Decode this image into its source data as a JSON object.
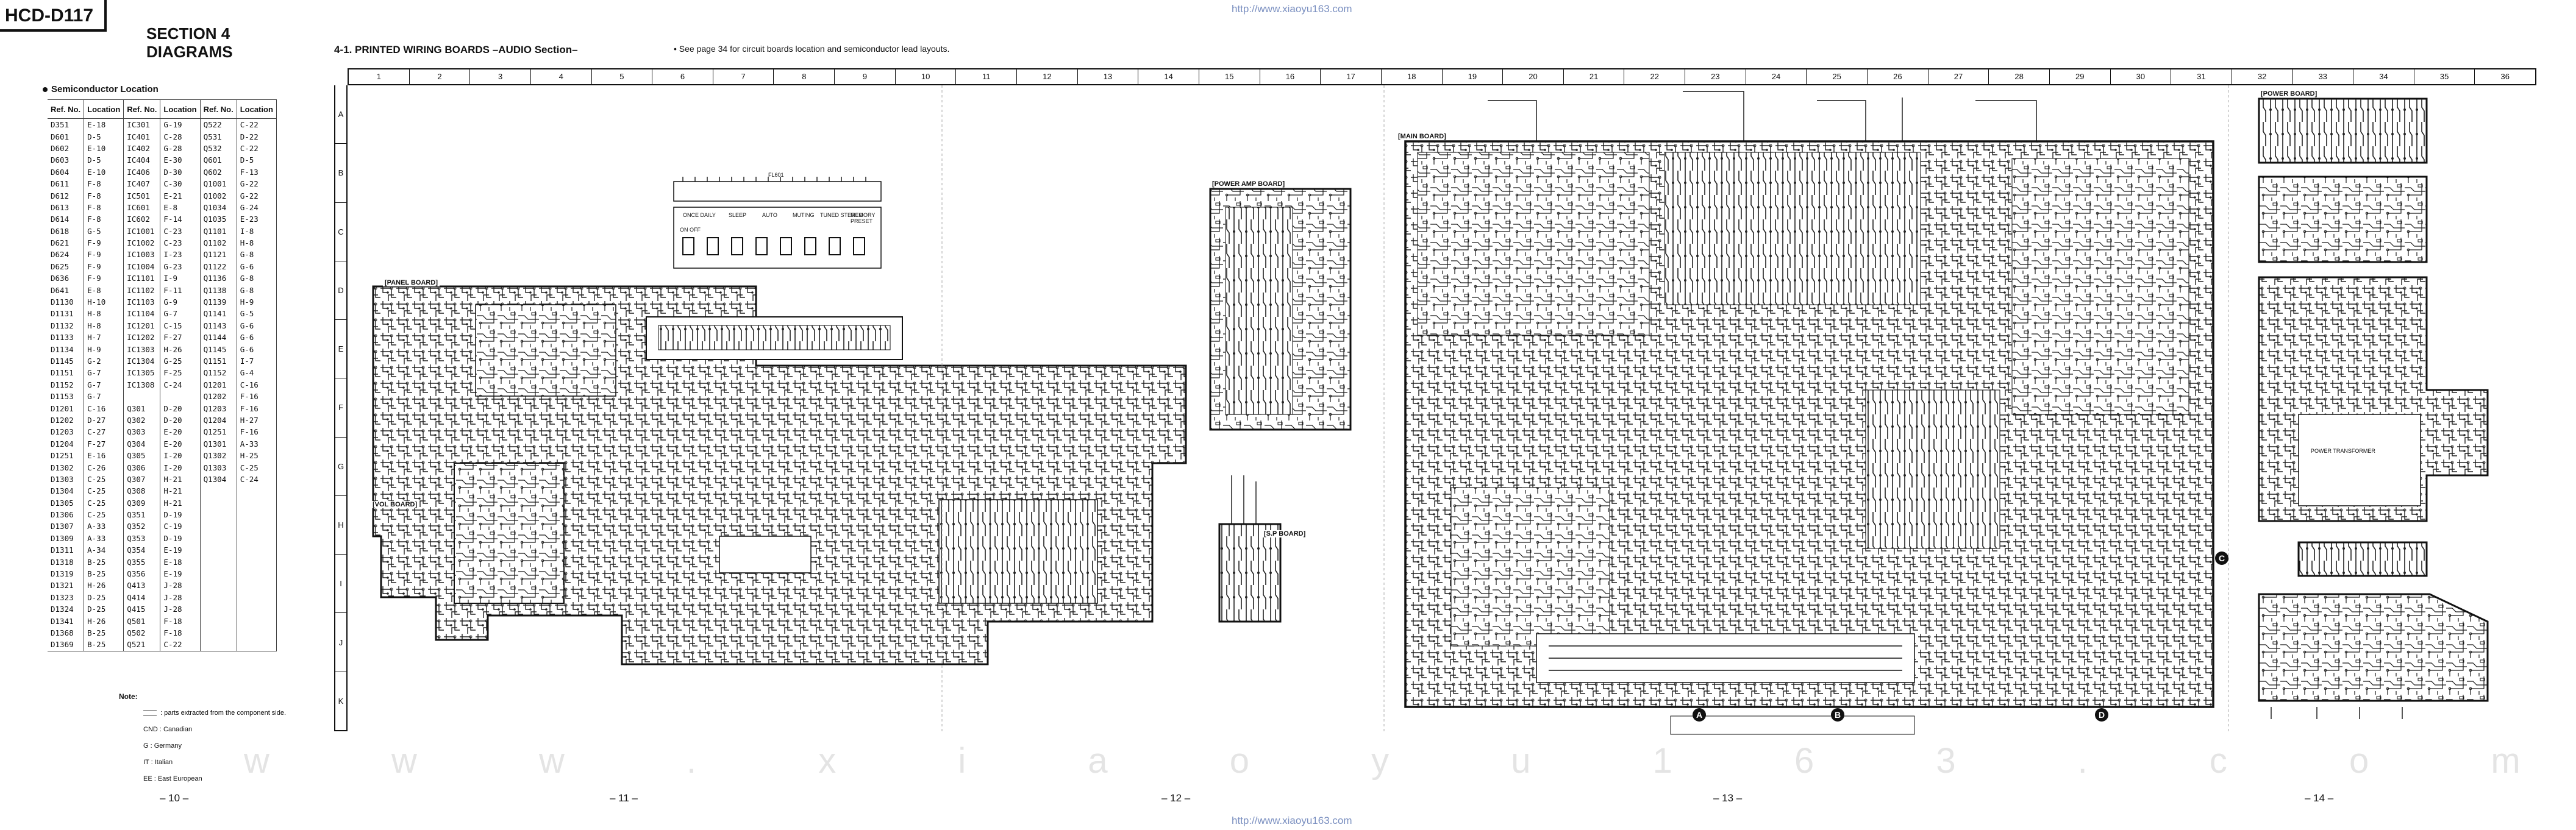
{
  "model": "HCD-D117",
  "section": {
    "line1": "SECTION 4",
    "line2": "DIAGRAMS"
  },
  "header": {
    "title": "4-1. PRINTED WIRING BOARDS –AUDIO Section–",
    "note": "• See page 34 for circuit boards location and semiconductor lead layouts."
  },
  "watermark": {
    "url": "http://www.xiaoyu163.com",
    "middle": "w w w . x i a o y u 1 6 3 . c o m"
  },
  "semiconductor_location": {
    "title": "Semiconductor Location",
    "header_ref": "Ref. No.",
    "header_loc": "Location",
    "col1": [
      [
        "D351",
        "E-18"
      ],
      [
        "D601",
        "D-5"
      ],
      [
        "D602",
        "E-10"
      ],
      [
        "D603",
        "D-5"
      ],
      [
        "D604",
        "E-10"
      ],
      [
        "D611",
        "F-8"
      ],
      [
        "D612",
        "F-8"
      ],
      [
        "D613",
        "F-8"
      ],
      [
        "D614",
        "F-8"
      ],
      [
        "D618",
        "G-5"
      ],
      [
        "D621",
        "F-9"
      ],
      [
        "D624",
        "F-9"
      ],
      [
        "D625",
        "F-9"
      ],
      [
        "D636",
        "F-9"
      ],
      [
        "D641",
        "E-8"
      ],
      [
        "D1130",
        "H-10"
      ],
      [
        "D1131",
        "H-8"
      ],
      [
        "D1132",
        "H-8"
      ],
      [
        "D1133",
        "H-7"
      ],
      [
        "D1134",
        "H-9"
      ],
      [
        "D1145",
        "G-2"
      ],
      [
        "D1151",
        "G-7"
      ],
      [
        "D1152",
        "G-7"
      ],
      [
        "D1153",
        "G-7"
      ],
      [
        "D1201",
        "C-16"
      ],
      [
        "D1202",
        "D-27"
      ],
      [
        "D1203",
        "C-27"
      ],
      [
        "D1204",
        "F-27"
      ],
      [
        "D1251",
        "E-16"
      ],
      [
        "D1302",
        "C-26"
      ],
      [
        "D1303",
        "C-25"
      ],
      [
        "D1304",
        "C-25"
      ],
      [
        "D1305",
        "C-25"
      ],
      [
        "D1306",
        "C-25"
      ],
      [
        "D1307",
        "A-33"
      ],
      [
        "D1309",
        "A-33"
      ],
      [
        "D1311",
        "A-34"
      ],
      [
        "D1318",
        "B-25"
      ],
      [
        "D1319",
        "B-25"
      ],
      [
        "D1321",
        "H-26"
      ],
      [
        "D1323",
        "D-25"
      ],
      [
        "D1324",
        "D-25"
      ],
      [
        "D1341",
        "H-26"
      ],
      [
        "D1368",
        "B-25"
      ],
      [
        "D1369",
        "B-25"
      ]
    ],
    "col2": [
      [
        "IC301",
        "G-19"
      ],
      [
        "IC401",
        "C-28"
      ],
      [
        "IC402",
        "G-28"
      ],
      [
        "IC404",
        "E-30"
      ],
      [
        "IC406",
        "D-30"
      ],
      [
        "IC407",
        "C-30"
      ],
      [
        "IC501",
        "E-21"
      ],
      [
        "IC601",
        "E-8"
      ],
      [
        "IC602",
        "F-14"
      ],
      [
        "IC1001",
        "C-23"
      ],
      [
        "IC1002",
        "C-23"
      ],
      [
        "IC1003",
        "I-23"
      ],
      [
        "IC1004",
        "G-23"
      ],
      [
        "IC1101",
        "I-9"
      ],
      [
        "IC1102",
        "F-11"
      ],
      [
        "IC1103",
        "G-9"
      ],
      [
        "IC1104",
        "G-7"
      ],
      [
        "IC1201",
        "C-15"
      ],
      [
        "IC1202",
        "F-27"
      ],
      [
        "IC1303",
        "H-26"
      ],
      [
        "IC1304",
        "G-25"
      ],
      [
        "IC1305",
        "F-25"
      ],
      [
        "IC1308",
        "C-24"
      ],
      [
        "",
        ""
      ],
      [
        "Q301",
        "D-20"
      ],
      [
        "Q302",
        "D-20"
      ],
      [
        "Q303",
        "E-20"
      ],
      [
        "Q304",
        "E-20"
      ],
      [
        "Q305",
        "I-20"
      ],
      [
        "Q306",
        "I-20"
      ],
      [
        "Q307",
        "H-21"
      ],
      [
        "Q308",
        "H-21"
      ],
      [
        "Q309",
        "H-21"
      ],
      [
        "Q351",
        "D-19"
      ],
      [
        "Q352",
        "C-19"
      ],
      [
        "Q353",
        "D-19"
      ],
      [
        "Q354",
        "E-19"
      ],
      [
        "Q355",
        "E-18"
      ],
      [
        "Q356",
        "E-19"
      ],
      [
        "Q413",
        "J-28"
      ],
      [
        "Q414",
        "J-28"
      ],
      [
        "Q415",
        "J-28"
      ],
      [
        "Q501",
        "F-18"
      ],
      [
        "Q502",
        "F-18"
      ],
      [
        "Q521",
        "C-22"
      ]
    ],
    "col3": [
      [
        "Q522",
        "C-22"
      ],
      [
        "Q531",
        "D-22"
      ],
      [
        "Q532",
        "C-22"
      ],
      [
        "Q601",
        "D-5"
      ],
      [
        "Q602",
        "F-13"
      ],
      [
        "Q1001",
        "G-22"
      ],
      [
        "Q1002",
        "G-22"
      ],
      [
        "Q1034",
        "G-24"
      ],
      [
        "Q1035",
        "E-23"
      ],
      [
        "Q1101",
        "I-8"
      ],
      [
        "Q1102",
        "H-8"
      ],
      [
        "Q1121",
        "G-8"
      ],
      [
        "Q1122",
        "G-6"
      ],
      [
        "Q1136",
        "G-8"
      ],
      [
        "Q1138",
        "G-8"
      ],
      [
        "Q1139",
        "H-9"
      ],
      [
        "Q1141",
        "G-5"
      ],
      [
        "Q1143",
        "G-6"
      ],
      [
        "Q1144",
        "G-6"
      ],
      [
        "Q1145",
        "G-6"
      ],
      [
        "Q1151",
        "I-7"
      ],
      [
        "Q1152",
        "G-4"
      ],
      [
        "Q1201",
        "C-16"
      ],
      [
        "Q1202",
        "F-16"
      ],
      [
        "Q1203",
        "F-16"
      ],
      [
        "Q1204",
        "H-27"
      ],
      [
        "Q1251",
        "F-16"
      ],
      [
        "Q1301",
        "A-33"
      ],
      [
        "Q1302",
        "H-25"
      ],
      [
        "Q1303",
        "C-25"
      ],
      [
        "Q1304",
        "C-24"
      ]
    ]
  },
  "notes": {
    "title": "Note:",
    "items": [
      ": parts extracted from the component side.",
      "CND : Canadian",
      "G : Germany",
      "IT : Italian",
      "EE : East European"
    ]
  },
  "columns": [
    "1",
    "2",
    "3",
    "4",
    "5",
    "6",
    "7",
    "8",
    "9",
    "10",
    "11",
    "12",
    "13",
    "14",
    "15",
    "16",
    "17",
    "18",
    "19",
    "20",
    "21",
    "22",
    "23",
    "24",
    "25",
    "26",
    "27",
    "28",
    "29",
    "30",
    "31",
    "32",
    "33",
    "34",
    "35",
    "36"
  ],
  "rows": [
    "A",
    "B",
    "C",
    "D",
    "E",
    "F",
    "G",
    "H",
    "I",
    "J",
    "K"
  ],
  "boards": {
    "panel": "[PANEL BOARD]",
    "vol": "[VOL BOARD]",
    "power_amp": "[POWER AMP BOARD]",
    "main": "[MAIN BOARD]",
    "power": "[POWER BOARD]",
    "sp": "[S.P BOARD]",
    "fl_label": "FL601"
  },
  "display_labels": [
    "ONCE DAILY",
    "SLEEP",
    "AUTO",
    "MUTING",
    "TUNED STEREO",
    "MEMORY PRESET",
    "ON OFF"
  ],
  "markers": [
    "A",
    "B",
    "C",
    "D"
  ],
  "power_transformer": "POWER TRANSFORMER",
  "page_numbers": [
    "– 10 –",
    "– 11 –",
    "– 12 –",
    "– 13 –",
    "– 14 –"
  ]
}
